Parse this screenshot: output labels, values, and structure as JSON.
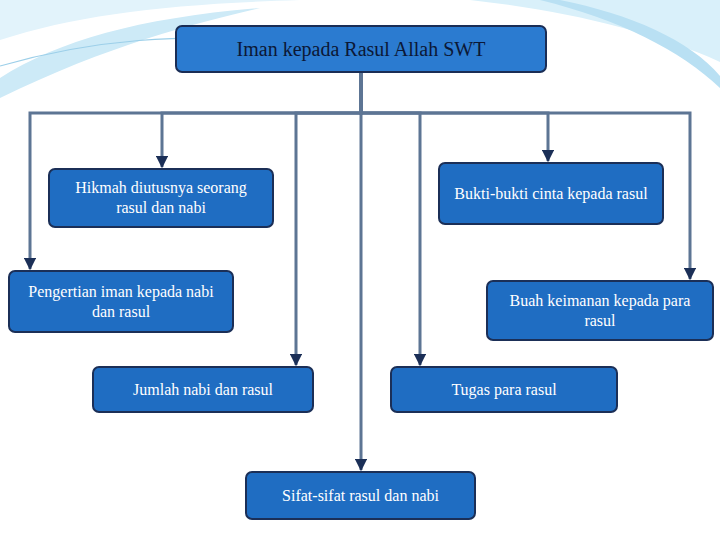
{
  "diagram": {
    "nodes": [
      {
        "text": [
          "Iman kepada Rasul Allah SWT"
        ]
      },
      {
        "text": [
          "Hikmah diutusnya seorang rasul dan nabi"
        ]
      },
      {
        "text": [
          "Bukti-bukti cinta kepada rasul"
        ]
      },
      {
        "text": [
          "Pengertian iman kepada nabi dan rasul"
        ]
      },
      {
        "text": [
          "Buah keimanan kepada para rasul"
        ]
      },
      {
        "text": [
          "Jumlah nabi dan rasul"
        ]
      },
      {
        "text": [
          "Tugas para rasul"
        ]
      },
      {
        "text": [
          "Sifat-sifat rasul dan nabi"
        ]
      }
    ],
    "edges": [
      {
        "from": 0,
        "to": 1,
        "arrow": "to"
      },
      {
        "from": 0,
        "to": 2,
        "arrow": "to"
      },
      {
        "from": 0,
        "to": 3,
        "arrow": "to"
      },
      {
        "from": 0,
        "to": 4,
        "arrow": "to"
      },
      {
        "from": 0,
        "to": 5,
        "arrow": "to"
      },
      {
        "from": 0,
        "to": 6,
        "arrow": "to"
      },
      {
        "from": 0,
        "to": 7,
        "arrow": "to"
      }
    ]
  }
}
